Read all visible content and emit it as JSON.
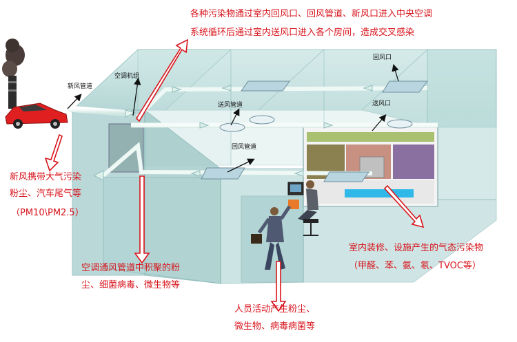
{
  "labels": {
    "fresh_air_duct": "新风管道",
    "ac_unit": "空调机组",
    "supply_duct": "送风管道",
    "return_duct": "回风管道",
    "return_vent": "回风口",
    "supply_vent": "送风口"
  },
  "annotations": {
    "top_line1": "各种污染物通过室内回风口、回风管道、新风口进入中央空调",
    "top_line2": "系统循环后通过室内送风口进入各个房间，造成交叉感染",
    "left_line1": "新风携带大气污染",
    "left_line2": "粉尘、汽车尾气等",
    "left_line3": "（PM10\\PM2.5）",
    "duct_line1": "空调通风管道中积聚的粉",
    "duct_line2": "尘、细菌病毒、微生物等",
    "person_line1": "人员活动产生粉尘、",
    "person_line2": "微生物、病毒病菌等",
    "right_line1": "室内装修、设施产生的气态污染物",
    "right_line2": "（甲醛、苯、氨、氡、TVOC等）"
  },
  "colors": {
    "annotation_red": "#d8141c",
    "building_glass": "#b8dcdc",
    "duct": "#e8f4f0",
    "car": "#e02020"
  }
}
